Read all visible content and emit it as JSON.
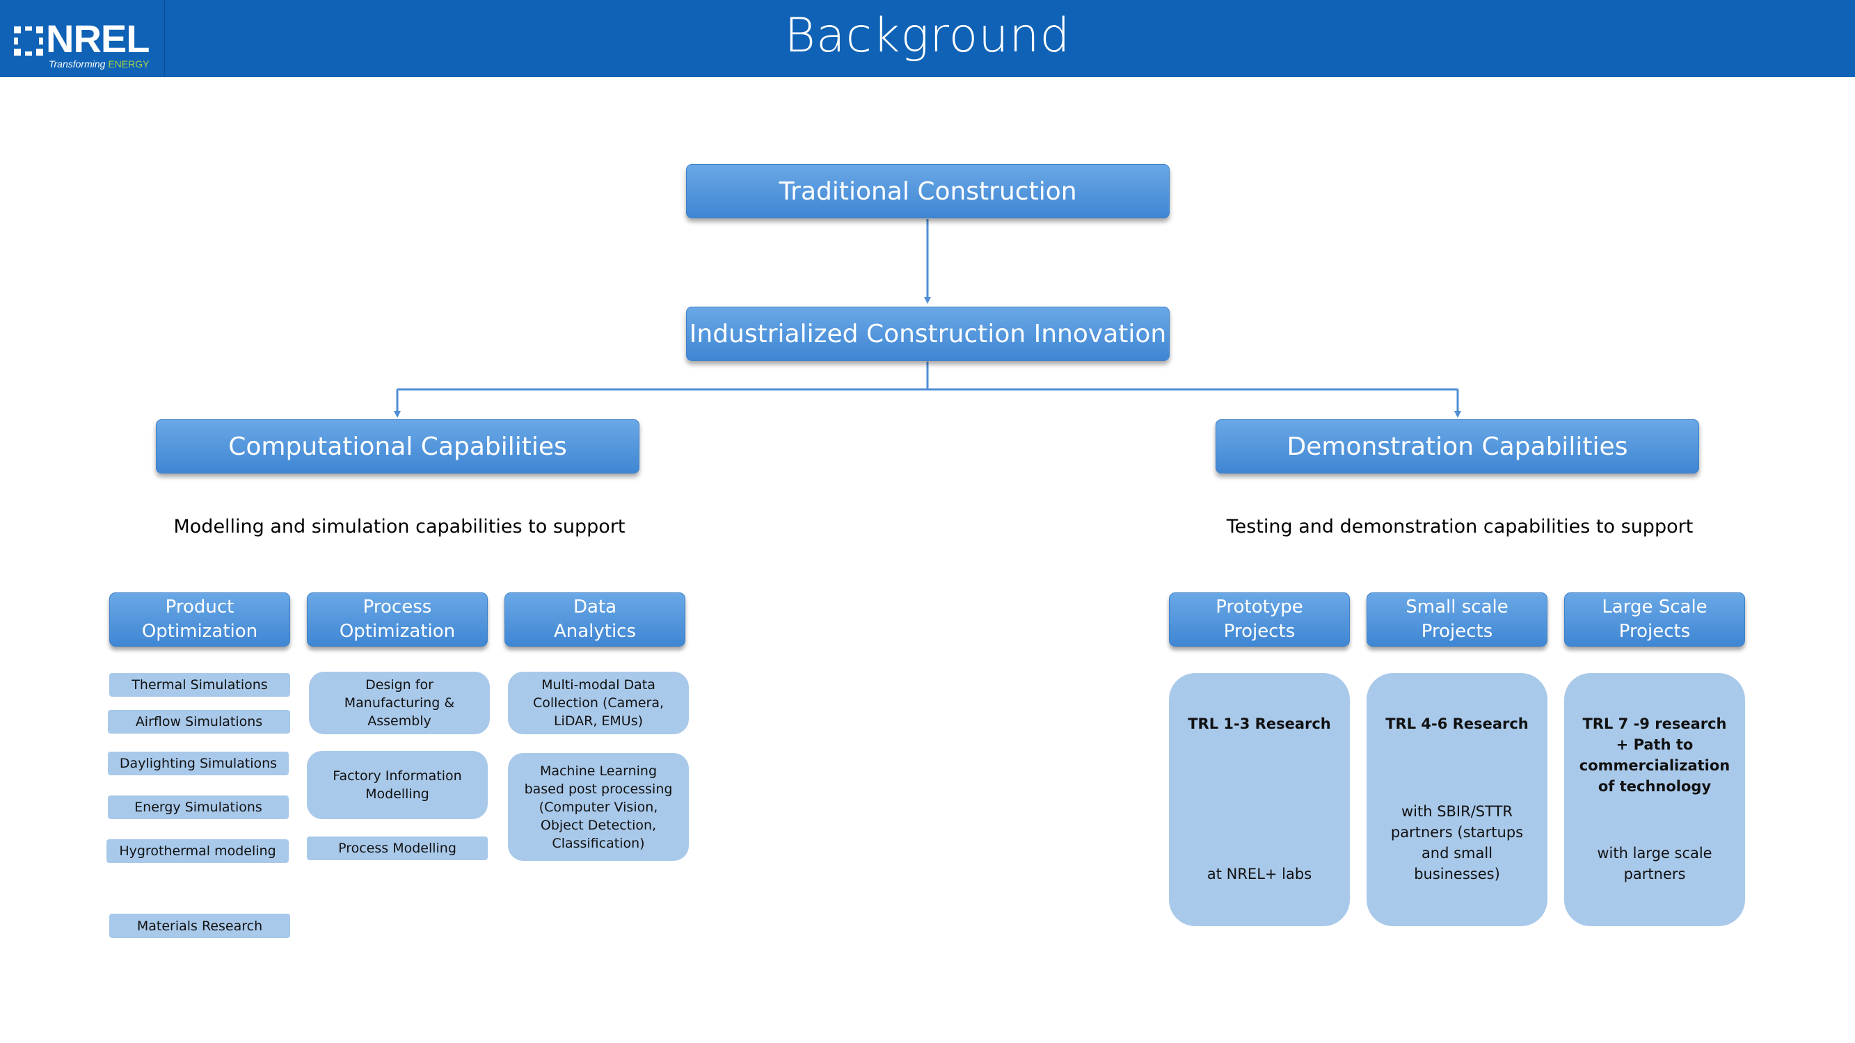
{
  "header": {
    "logo_text": "NREL",
    "logo_tagline": "Transforming",
    "logo_tagline_accent": "ENERGY",
    "title": "Background"
  },
  "colors": {
    "header_bg": "#0f62b5",
    "box_blue": "#3f86d3",
    "light_box": "#a9c9ea",
    "connector": "#4f8fd6",
    "logo_accent": "#a8d14a"
  },
  "diagram": {
    "root": "Traditional Construction",
    "middle": "Industrialized Construction Innovation",
    "left": {
      "title": "Computational Capabilities",
      "caption": "Modelling and simulation capabilities to support",
      "categories": [
        {
          "label": "Product\nOptimization",
          "items": [
            "Thermal Simulations",
            "Airflow Simulations",
            "Daylighting Simulations",
            "Energy Simulations",
            "Hygrothermal modeling",
            "Materials Research"
          ]
        },
        {
          "label": "Process\nOptimization",
          "items": [
            "Design for\nManufacturing &\nAssembly",
            "Factory Information\nModelling",
            "Process Modelling"
          ]
        },
        {
          "label": "Data\nAnalytics",
          "items": [
            "Multi-modal Data\nCollection (Camera,\nLiDAR, EMUs)",
            "Machine Learning\nbased post processing\n(Computer Vision,\nObject Detection,\nClassification)"
          ]
        }
      ]
    },
    "right": {
      "title": "Demonstration Capabilities",
      "caption": "Testing and demonstration capabilities to support",
      "categories": [
        {
          "label": "Prototype\nProjects",
          "trl": "TRL 1-3 Research",
          "detail": "at NREL+ labs"
        },
        {
          "label": "Small scale\nProjects",
          "trl": "TRL 4-6 Research",
          "detail": "with SBIR/STTR partners (startups and small businesses)"
        },
        {
          "label": "Large Scale\nProjects",
          "trl": "TRL 7 -9 research + Path to commercialization of technology",
          "detail": "with large scale partners"
        }
      ]
    }
  }
}
